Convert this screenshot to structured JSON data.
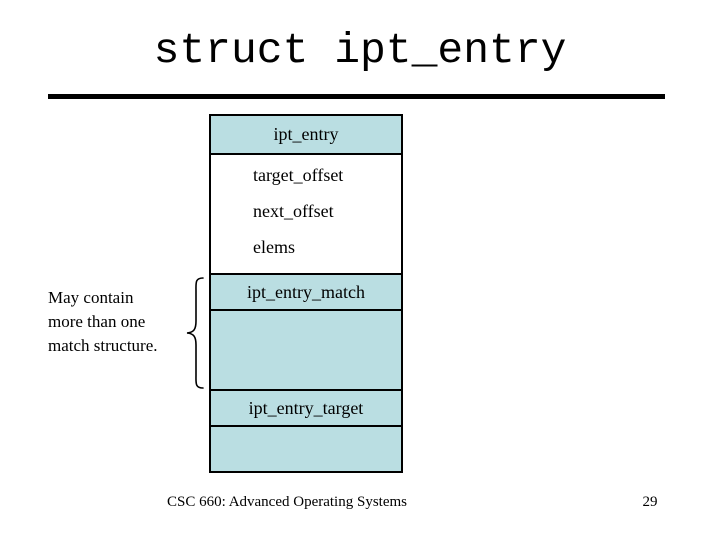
{
  "slide": {
    "title": "struct ipt_entry",
    "footer": "CSC 660: Advanced Operating Systems",
    "page_number": "29"
  },
  "diagram": {
    "header": "ipt_entry",
    "fields": [
      "target_offset",
      "next_offset",
      "elems"
    ],
    "match_label": "ipt_entry_match",
    "target_label": "ipt_entry_target"
  },
  "annotation": {
    "lines": [
      "May contain",
      "more than one",
      "match structure."
    ]
  },
  "colors": {
    "cell_fill": "#badee2",
    "border": "#000000",
    "rule": "#000000"
  }
}
